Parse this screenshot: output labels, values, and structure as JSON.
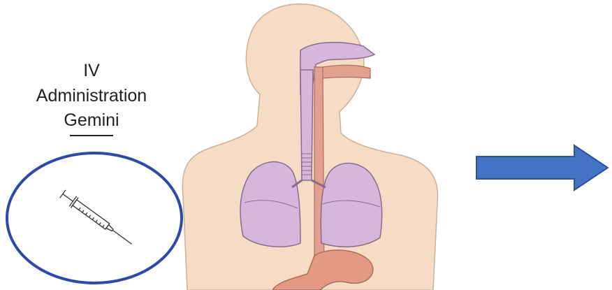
{
  "labels": {
    "line1": "IV",
    "line2": "Administration",
    "line3": "Gemini"
  },
  "colors": {
    "circle_outline": "#2f4aa6",
    "arrow": "#4472c4",
    "skin": "#f6dcc4",
    "skin_outline": "#c9b19c",
    "organ_purple": "#d6b7dc",
    "organ_outline": "#8a6a8e",
    "esophagus": "#e3a08f",
    "stomach": "#e59984"
  },
  "icons": {
    "syringe": "syringe-icon",
    "arrow": "arrow-right-icon"
  }
}
